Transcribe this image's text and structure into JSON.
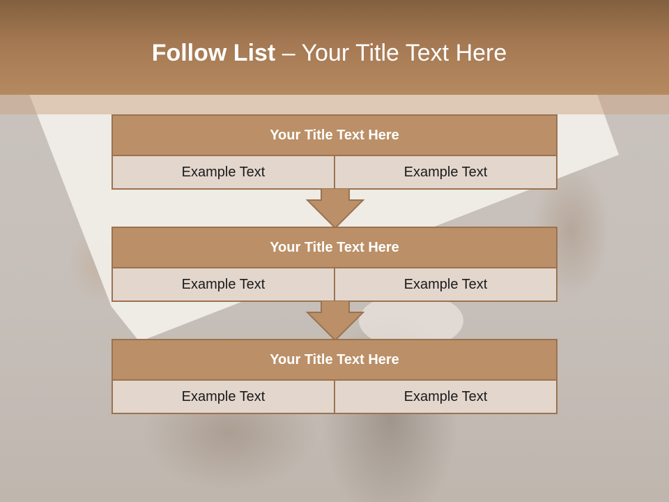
{
  "slide": {
    "title_bold": "Follow List",
    "title_rest": "– Your Title Text Here"
  },
  "flow": [
    {
      "title": "Your Title Text Here",
      "left": "Example Text",
      "right": "Example Text"
    },
    {
      "title": "Your Title Text Here",
      "left": "Example Text",
      "right": "Example Text"
    },
    {
      "title": "Your Title Text Here",
      "left": "Example Text",
      "right": "Example Text"
    }
  ],
  "colors": {
    "header": "#a47852",
    "block_fill": "#bb8f67",
    "block_border": "#9b7250",
    "row_fill": "#e3d6cd",
    "title_text": "#ffffff",
    "body_text": "#1a1a1a"
  }
}
